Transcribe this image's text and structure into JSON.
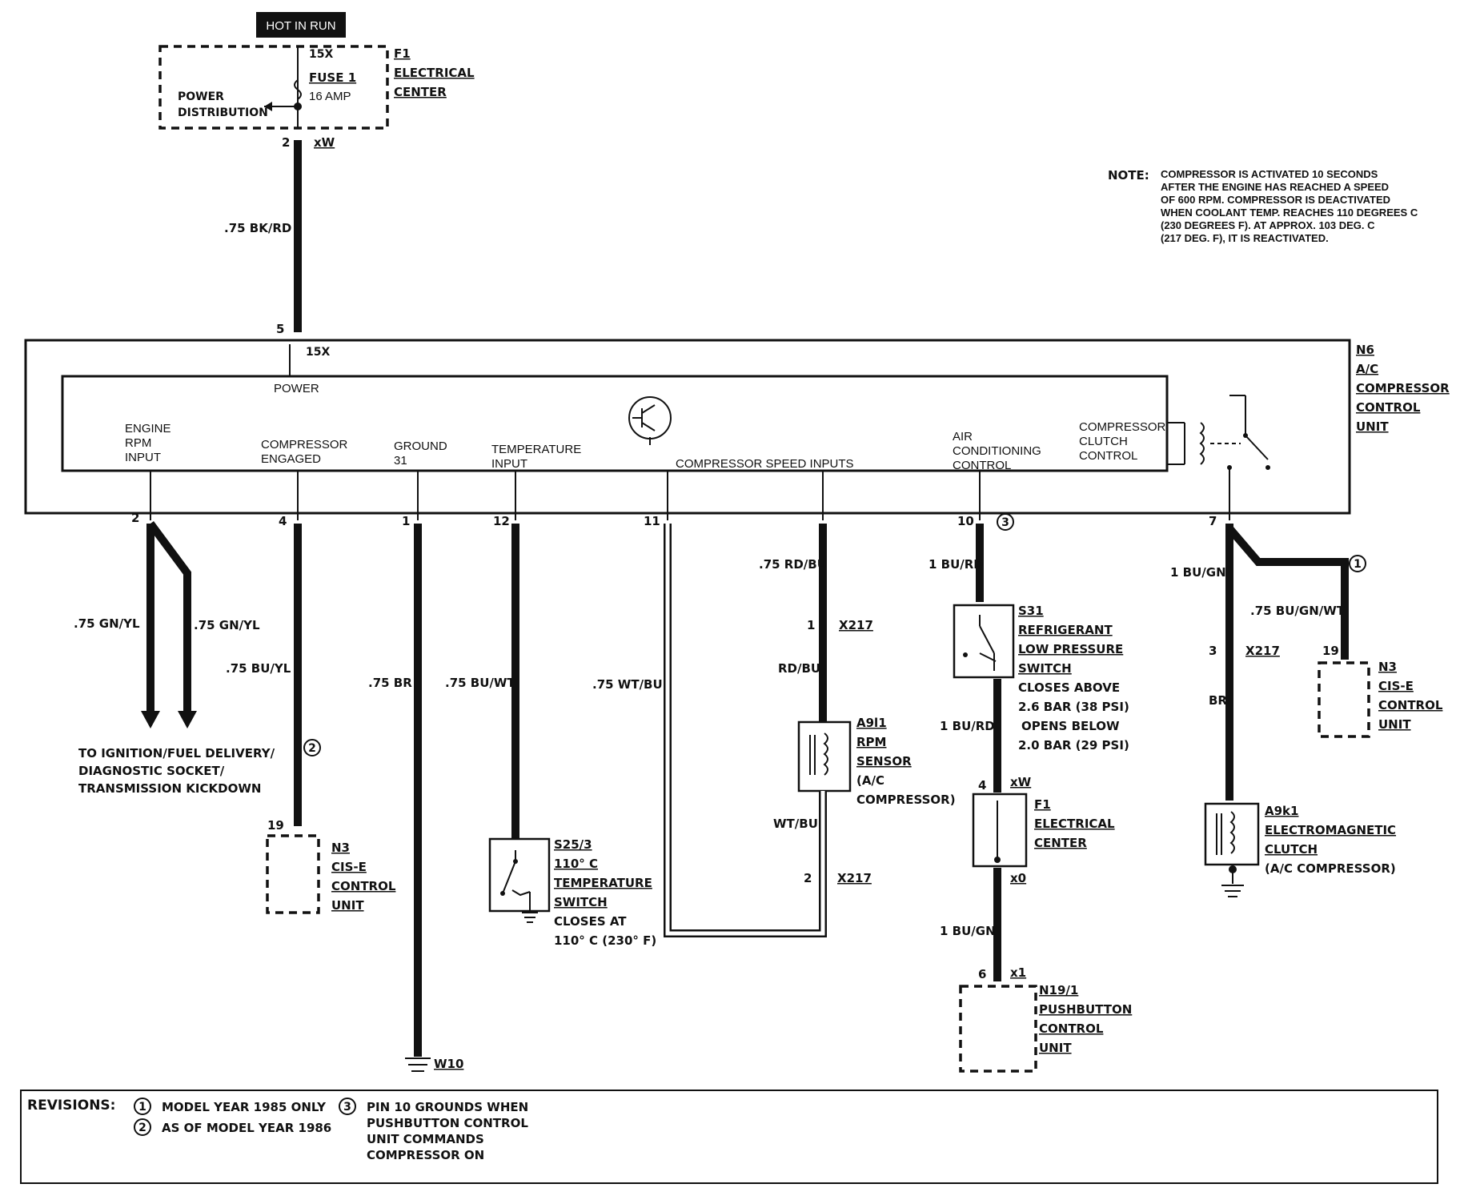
{
  "hot_in_run": "HOT IN RUN",
  "fuse": {
    "terminal": "15X",
    "name": "FUSE 1",
    "rating": "16 AMP",
    "power_dist_1": "POWER",
    "power_dist_2": "DISTRIBUTION",
    "f1_code": "F1",
    "f1_line1": "ELECTRICAL",
    "f1_line2": "CENTER",
    "out_pin": "2",
    "out_term": "xW"
  },
  "feed_wire": ".75 BK/RD",
  "module": {
    "pin_power": "5",
    "term_power": "15X",
    "power_label": "POWER",
    "code": "N6",
    "name1": "A/C",
    "name2": "COMPRESSOR",
    "name3": "CONTROL",
    "name4": "UNIT",
    "in_engine_rpm": [
      "ENGINE",
      "RPM",
      "INPUT"
    ],
    "in_comp_engaged": [
      "COMPRESSOR",
      "ENGAGED"
    ],
    "in_ground": [
      "GROUND",
      "31"
    ],
    "in_temp": [
      "TEMPERATURE",
      "INPUT"
    ],
    "in_speed": "COMPRESSOR SPEED INPUTS",
    "in_ac": [
      "AIR",
      "CONDITIONING",
      "CONTROL"
    ],
    "in_clutch": [
      "COMPRESSOR",
      "CLUTCH",
      "CONTROL"
    ]
  },
  "pins": {
    "p2": "2",
    "p4": "4",
    "p1": "1",
    "p12": "12",
    "p11": "11",
    "p10": "10",
    "p7": "7"
  },
  "wires": {
    "gnyl_a": ".75 GN/YL",
    "gnyl_b": ".75 GN/YL",
    "buyl": ".75 BU/YL",
    "br": ".75 BR",
    "buwt": ".75 BU/WT",
    "wtbu": ".75 WT/BU",
    "rdbu": ".75 RD/BU",
    "rdbu2": "RD/BU",
    "wtbu2": "WT/BU",
    "burd": "1 BU/RD",
    "burd2": "1 BU/RD",
    "bugn": "1 BU/GN",
    "bugn2": "1 BU/GN",
    "bugnwt": ".75 BU/GN/WT",
    "br2": "BR"
  },
  "to_ignition": [
    "TO IGNITION/FUEL DELIVERY/",
    "DIAGNOSTIC SOCKET/",
    "TRANSMISSION KICKDOWN"
  ],
  "n3_left": {
    "pin": "19",
    "code": "N3",
    "l1": "CIS-E",
    "l2": "CONTROL",
    "l3": "UNIT"
  },
  "n3_right": {
    "pin": "19",
    "code": "N3",
    "l1": "CIS-E",
    "l2": "CONTROL",
    "l3": "UNIT"
  },
  "ground_w10": "W10",
  "s25": {
    "code": "S25/3",
    "l1": "110° C",
    "l2": "TEMPERATURE",
    "l3": "SWITCH",
    "l4": "CLOSES AT",
    "l5": "110° C  (230° F)"
  },
  "x217": {
    "pin1": "1",
    "pin2": "2",
    "pin3": "3",
    "name": "X217"
  },
  "a9l1": {
    "code": "A9l1",
    "l1": "RPM",
    "l2": "SENSOR",
    "l3": "(A/C",
    "l4": "COMPRESSOR)"
  },
  "s31": {
    "code": "S31",
    "l1": "REFRIGERANT",
    "l2": "LOW PRESSURE",
    "l3": "SWITCH",
    "l4": "CLOSES ABOVE",
    "l5": "2.6 BAR (38 PSI)",
    "l6": "OPENS BELOW",
    "l7": "2.0 BAR (29 PSI)"
  },
  "f1b": {
    "pin4": "4",
    "xw": "xW",
    "x0": "x0",
    "code": "F1",
    "l1": "ELECTRICAL",
    "l2": "CENTER"
  },
  "n19": {
    "pin": "6",
    "term": "x1",
    "code": "N19/1",
    "l1": "PUSHBUTTON",
    "l2": "CONTROL",
    "l3": "UNIT"
  },
  "a9k1": {
    "code": "A9k1",
    "l1": "ELECTROMAGNETIC",
    "l2": "CLUTCH",
    "l3": "(A/C COMPRESSOR)"
  },
  "note": {
    "head": "NOTE:",
    "lines": [
      "COMPRESSOR IS ACTIVATED 10 SECONDS",
      "AFTER THE ENGINE HAS REACHED A SPEED",
      "OF 600 RPM. COMPRESSOR IS DEACTIVATED",
      "WHEN COOLANT TEMP. REACHES 110 DEGREES C",
      "(230 DEGREES F). AT APPROX. 103 DEG. C",
      "(217 DEG. F), IT IS REACTIVATED."
    ]
  },
  "callouts": {
    "c1": "1",
    "c2": "2",
    "c3": "3"
  },
  "revisions": {
    "title": "REVISIONS:",
    "r1": "MODEL YEAR 1985 ONLY",
    "r2": "AS OF MODEL YEAR 1986",
    "r3": [
      "PIN  10  GROUNDS WHEN",
      "PUSHBUTTON  CONTROL",
      "UNIT  COMMANDS",
      "COMPRESSOR  ON"
    ]
  }
}
